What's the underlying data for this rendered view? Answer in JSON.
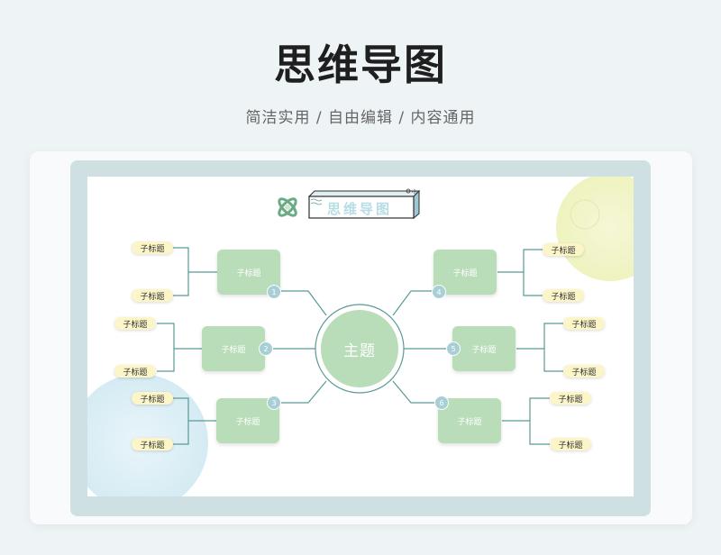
{
  "header": {
    "title": "思维导图",
    "subtitle": "简洁实用 / 自由编辑 / 内容通用"
  },
  "slide": {
    "banner_title": "思维导图",
    "center_topic": "主题",
    "subtopics": [
      {
        "label": "子标题",
        "number": "1",
        "children": [
          "子标题",
          "子标题"
        ]
      },
      {
        "label": "子标题",
        "number": "2",
        "children": [
          "子标题",
          "子标题"
        ]
      },
      {
        "label": "子标题",
        "number": "3",
        "children": [
          "子标题",
          "子标题"
        ]
      },
      {
        "label": "子标题",
        "number": "4",
        "children": [
          "子标题",
          "子标题"
        ]
      },
      {
        "label": "子标题",
        "number": "5",
        "children": [
          "子标题",
          "子标题"
        ]
      },
      {
        "label": "子标题",
        "number": "6",
        "children": [
          "子标题",
          "子标题"
        ]
      }
    ]
  },
  "colors": {
    "subtopic_fill": "#b9dcb9",
    "leaf_fill": "#fbf5c8",
    "connector": "#5a9a94",
    "frame": "#cfe0e3"
  }
}
